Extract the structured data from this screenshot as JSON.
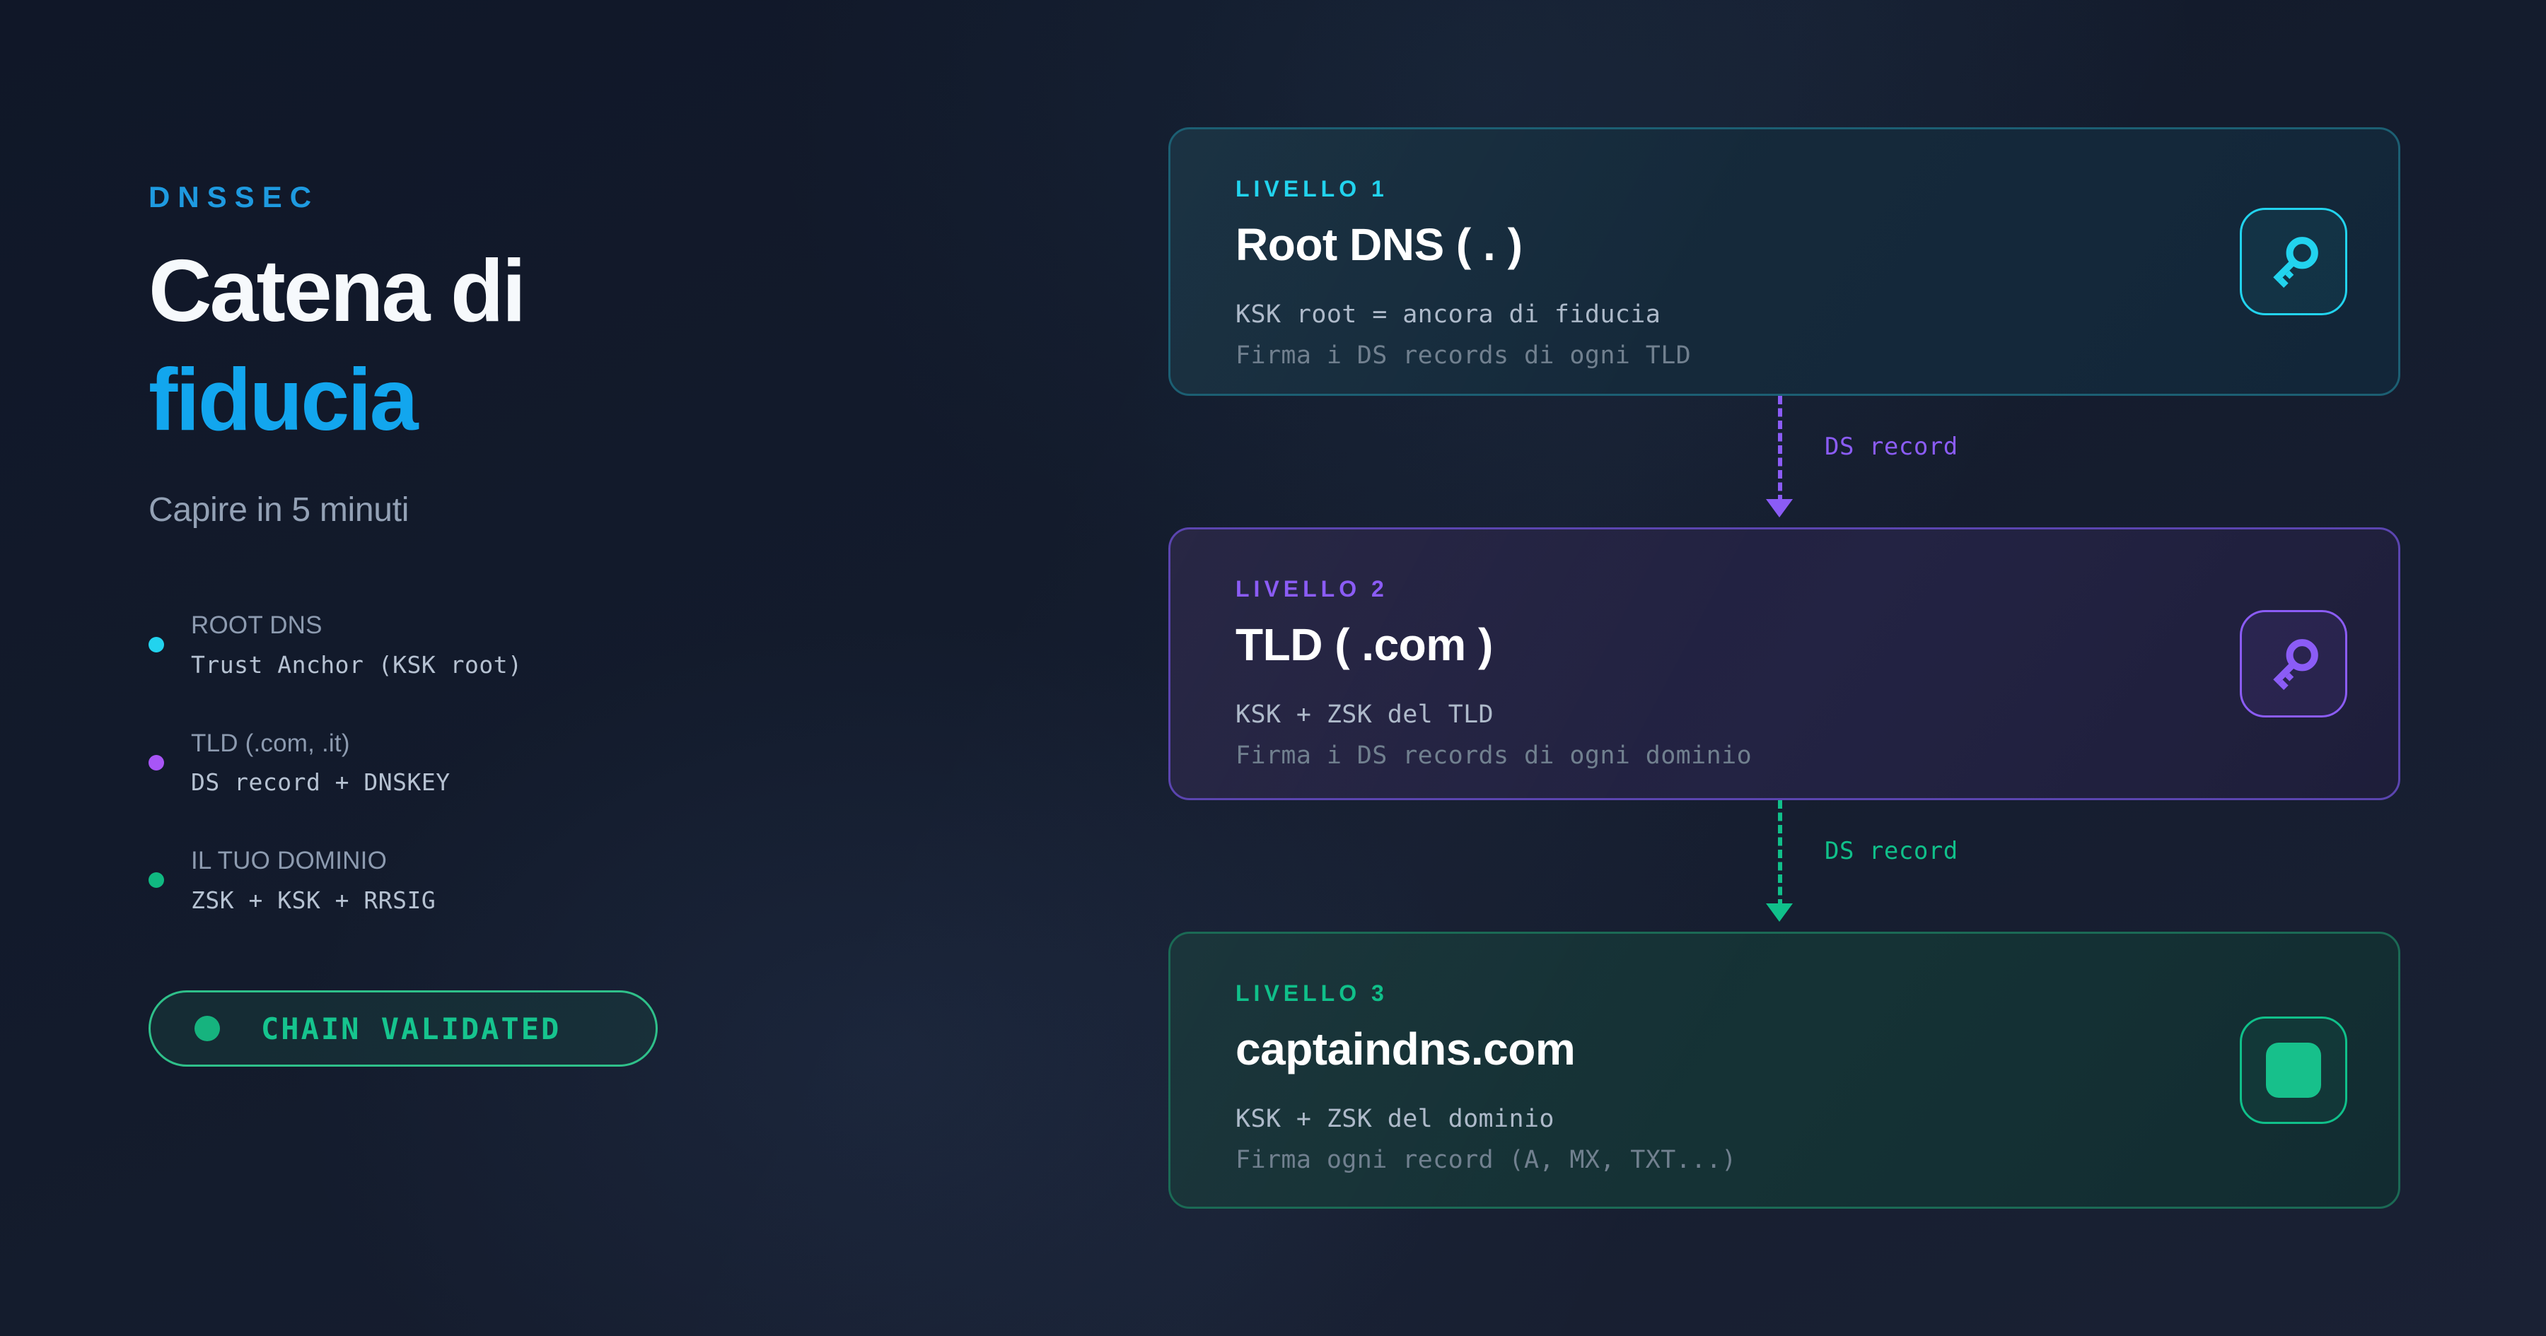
{
  "hero": {
    "eyebrow": "DNSSEC",
    "title_line1": "Catena di",
    "title_line2": "fiducia",
    "subtitle": "Capire in 5 minuti"
  },
  "facts": [
    {
      "label": "ROOT DNS",
      "value": "Trust Anchor (KSK root)",
      "dot_color": "#22d3ee"
    },
    {
      "label": "TLD (.com, .it)",
      "value": "DS record + DNSKEY",
      "dot_color": "#a855f7"
    },
    {
      "label": "IL TUO DOMINIO",
      "value": "ZSK + KSK + RRSIG",
      "dot_color": "#10b981"
    }
  ],
  "badge": {
    "text": "CHAIN VALIDATED",
    "dot_color": "#16b37e",
    "border_color": "#2fc08a"
  },
  "cards": [
    {
      "level": "LIVELLO 1",
      "title": "Root DNS ( . )",
      "line1": "KSK root = ancora di fiducia",
      "line2": "Firma i DS records di ogni TLD",
      "icon": "key-icon",
      "accent": "#22d3ee"
    },
    {
      "level": "LIVELLO 2",
      "title": "TLD ( .com )",
      "line1": "KSK + ZSK del TLD",
      "line2": "Firma i DS records di ogni dominio",
      "icon": "key-icon",
      "accent": "#8b5cf6"
    },
    {
      "level": "LIVELLO 3",
      "title": "captaindns.com",
      "line1": "KSK + ZSK del dominio",
      "line2": "Firma ogni record (A, MX, TXT...)",
      "icon": "block-icon",
      "accent": "#10c08a"
    }
  ],
  "connectors": [
    {
      "label": "DS record",
      "color": "#8b5cf6"
    },
    {
      "label": "DS record",
      "color": "#10c08a"
    }
  ]
}
